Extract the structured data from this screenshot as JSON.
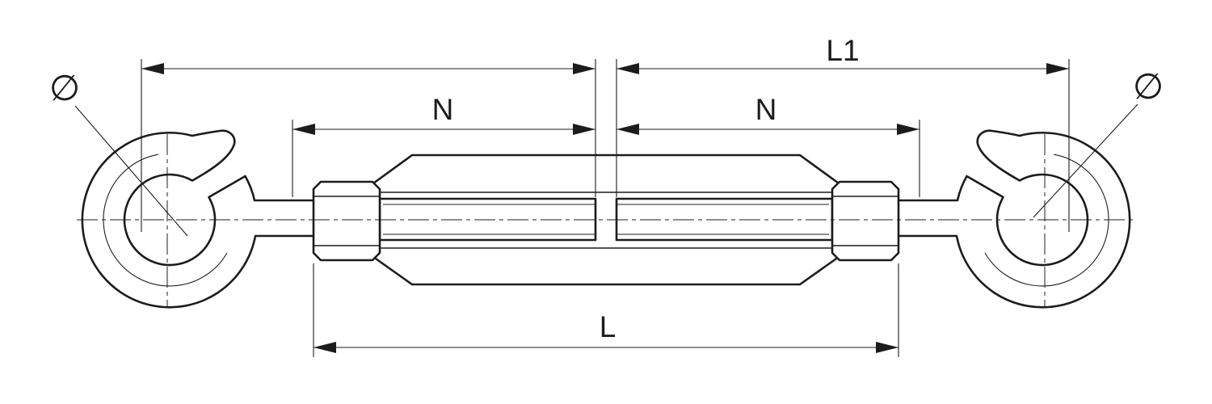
{
  "drawing": {
    "name": "Turnbuckle with two hooks - dimensional technical drawing",
    "labels": {
      "l1": "L1",
      "n_left": "N",
      "n_right": "N",
      "l": "L",
      "dia_left": "∅",
      "dia_right": "∅"
    },
    "colors": {
      "ink": "#1c1c1c",
      "background": "#ffffff"
    }
  }
}
